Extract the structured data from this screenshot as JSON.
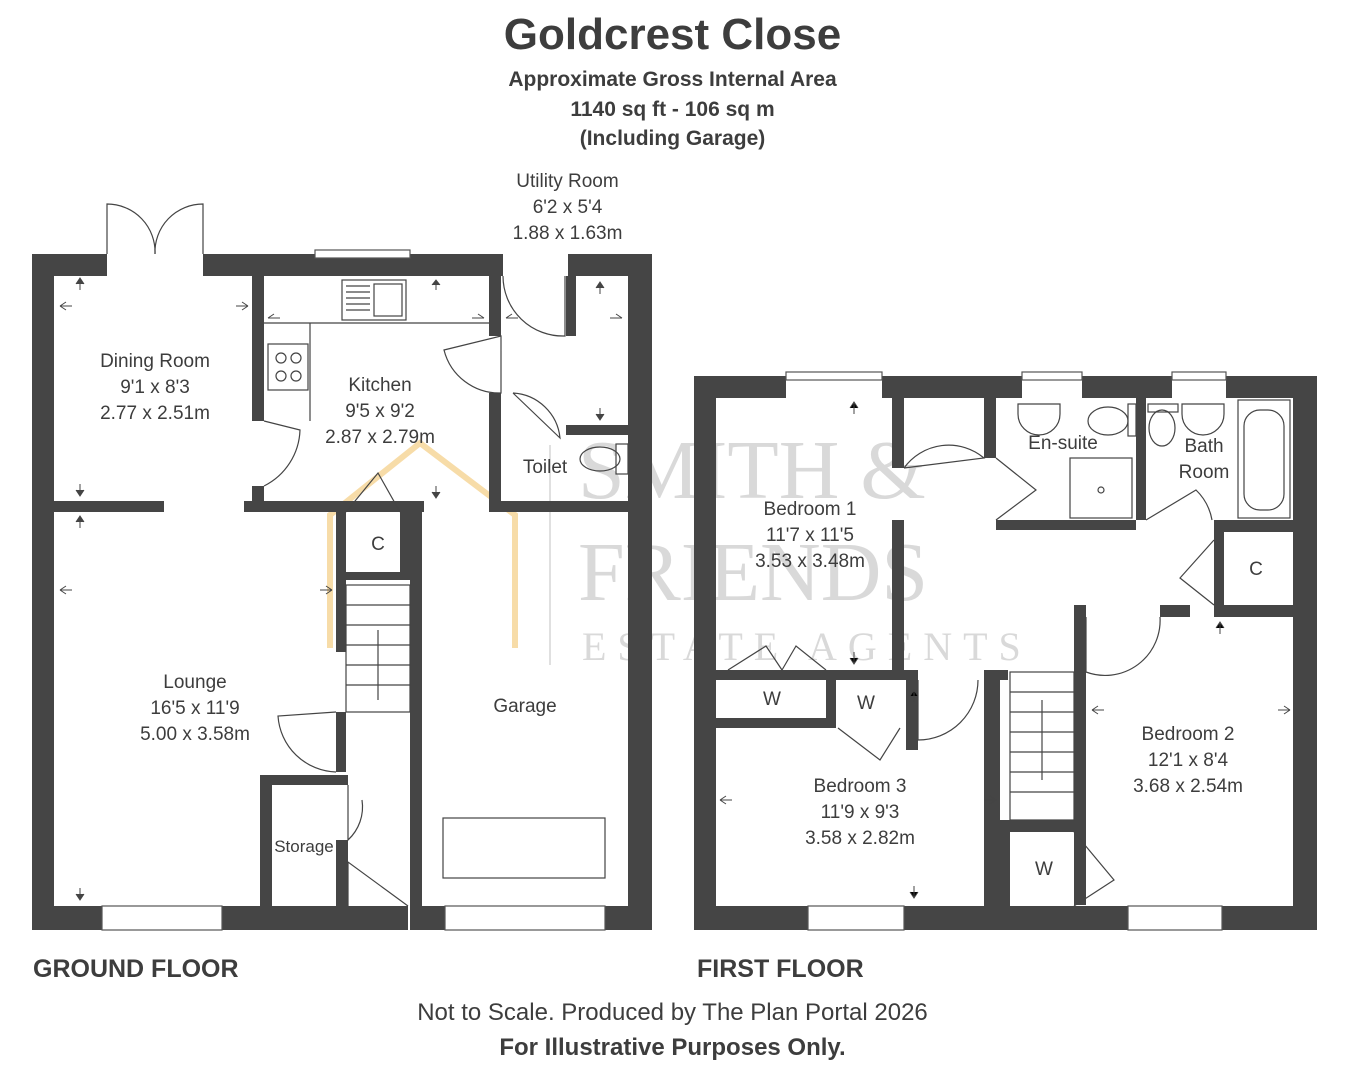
{
  "header": {
    "title": "Goldcrest Close",
    "area_heading": "Approximate Gross Internal Area",
    "area_value": "1140 sq ft - 106 sq m",
    "area_note": "(Including Garage)"
  },
  "watermark": {
    "line1": "SMITH &",
    "line2": "FRIENDS",
    "line3": "ESTATE AGENTS"
  },
  "ground_floor": {
    "label": "GROUND FLOOR",
    "rooms": [
      {
        "name": "Dining Room",
        "imperial": "9'1 x 8'3",
        "metric": "2.77 x 2.51m"
      },
      {
        "name": "Kitchen",
        "imperial": "9'5 x 9'2",
        "metric": "2.87 x 2.79m"
      },
      {
        "name": "Utility Room",
        "imperial": "6'2 x 5'4",
        "metric": "1.88 x 1.63m"
      },
      {
        "name": "Toilet"
      },
      {
        "name": "C"
      },
      {
        "name": "Lounge",
        "imperial": "16'5 x 11'9",
        "metric": "5.00 x 3.58m"
      },
      {
        "name": "Garage"
      },
      {
        "name": "Storage"
      }
    ]
  },
  "first_floor": {
    "label": "FIRST FLOOR",
    "rooms": [
      {
        "name": "Bedroom 1",
        "imperial": "11'7 x 11'5",
        "metric": "3.53 x 3.48m"
      },
      {
        "name": "En-suite"
      },
      {
        "name": "Bath Room"
      },
      {
        "name": "C"
      },
      {
        "name": "W"
      },
      {
        "name": "W"
      },
      {
        "name": "Bedroom 3",
        "imperial": "11'9 x 9'3",
        "metric": "3.58 x 2.82m"
      },
      {
        "name": "Bedroom 2",
        "imperial": "12'1 x 8'4",
        "metric": "3.68 x 2.54m"
      },
      {
        "name": "W"
      }
    ]
  },
  "footer": {
    "line1": "Not to Scale. Produced by The Plan Portal 2026",
    "line2": "For Illustrative Purposes Only."
  }
}
